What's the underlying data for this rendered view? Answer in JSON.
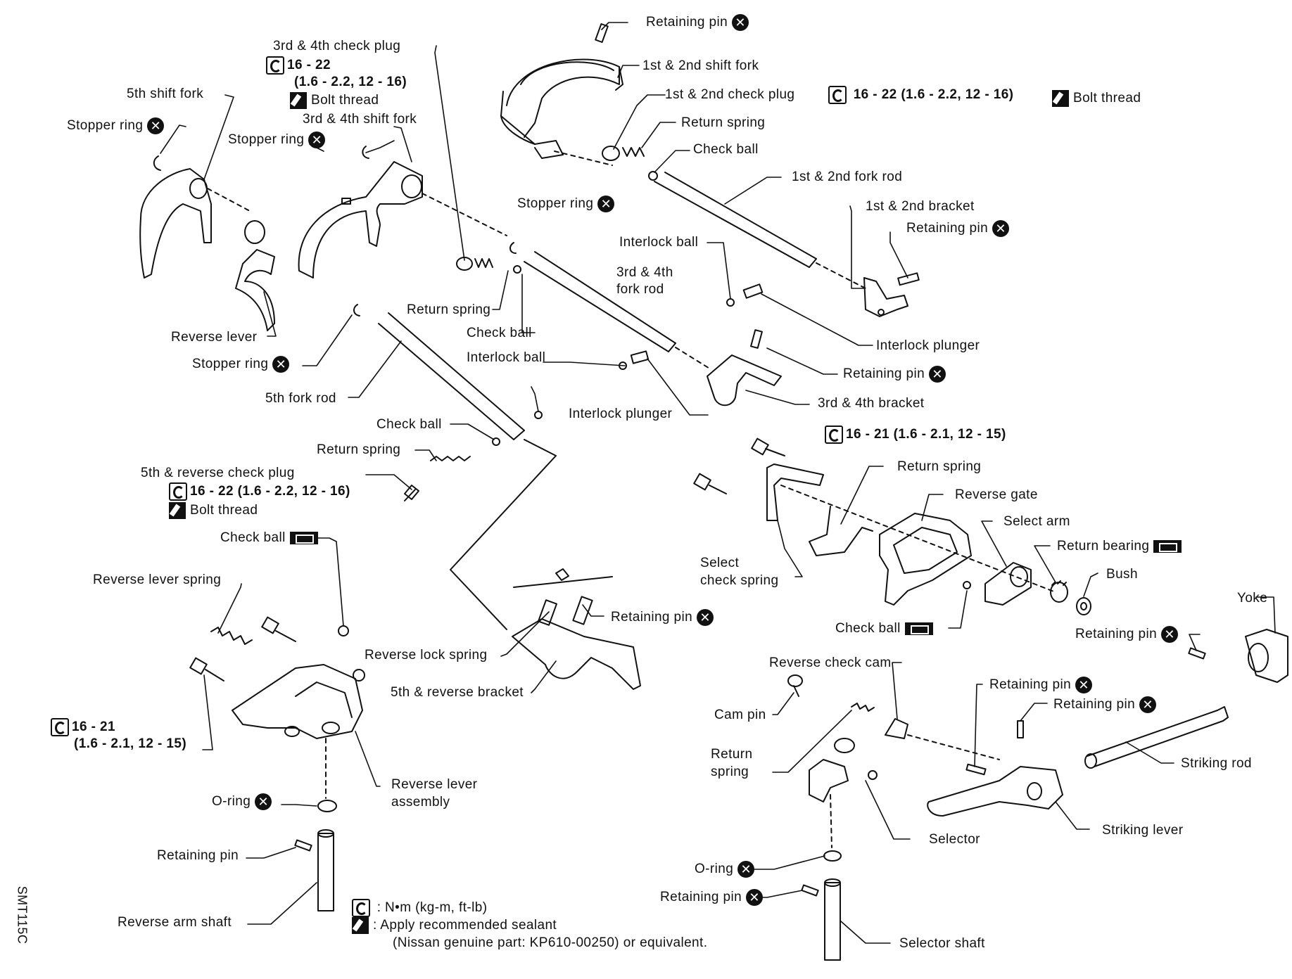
{
  "figure_id": "SMT115C",
  "labels": {
    "retaining_pin_top": "Retaining pin",
    "first_second_shift_fork": "1st & 2nd shift fork",
    "first_second_check_plug": "1st & 2nd check plug",
    "first_second_check_plug_torque": "16 - 22 (1.6 - 2.2, 12 - 16)",
    "bolt_thread_right": "Bolt thread",
    "return_spring_top": "Return spring",
    "check_ball_top": "Check ball",
    "first_second_fork_rod": "1st & 2nd fork rod",
    "first_second_bracket": "1st & 2nd bracket",
    "retaining_pin_bracket": "Retaining pin",
    "interlock_ball_upper": "Interlock ball",
    "third_fourth_check_plug": "3rd & 4th check plug",
    "third_fourth_check_plug_torque_a": "16 - 22",
    "third_fourth_check_plug_torque_b": "(1.6 - 2.2, 12 - 16)",
    "bolt_thread_left": "Bolt thread",
    "third_fourth_shift_fork": "3rd & 4th shift fork",
    "fifth_shift_fork": "5th shift fork",
    "stopper_ring_left": "Stopper ring",
    "stopper_ring_mid": "Stopper ring",
    "stopper_ring_upper_mid": "Stopper ring",
    "return_spring_mid": "Return spring",
    "check_ball_mid": "Check ball",
    "third_fourth_fork_rod_a": "3rd & 4th",
    "third_fourth_fork_rod_b": "fork rod",
    "interlock_ball_mid": "Interlock ball",
    "interlock_plunger_right": "Interlock plunger",
    "retaining_pin_mid": "Retaining pin",
    "third_fourth_bracket": "3rd & 4th bracket",
    "interlock_plunger_mid": "Interlock plunger",
    "reverse_lever": "Reverse lever",
    "stopper_ring_lower": "Stopper ring",
    "fifth_fork_rod": "5th fork rod",
    "check_ball_lower": "Check ball",
    "return_spring_lower": "Return spring",
    "fifth_reverse_check_plug": "5th & reverse check plug",
    "fifth_reverse_check_plug_torque": "16 - 22 (1.6 - 2.2, 12 - 16)",
    "bolt_thread_lower": "Bolt thread",
    "check_ball_grease": "Check ball",
    "reverse_lever_spring": "Reverse lever spring",
    "reverse_lock_spring": "Reverse lock spring",
    "retaining_pin_reverse": "Retaining pin",
    "fifth_reverse_bracket": "5th & reverse bracket",
    "torque_16_21_left_a": "16 - 21",
    "torque_16_21_left_b": "(1.6 - 2.1, 12 - 15)",
    "reverse_lever_assembly_a": "Reverse lever",
    "reverse_lever_assembly_b": "assembly",
    "o_ring_left": "O-ring",
    "retaining_pin_left_shaft": "Retaining pin",
    "reverse_arm_shaft": "Reverse arm shaft",
    "torque_16_21_right": "16 - 21 (1.6 - 2.1, 12 - 15)",
    "return_spring_right": "Return spring",
    "reverse_gate": "Reverse gate",
    "select_arm": "Select arm",
    "return_bearing": "Return bearing",
    "bush": "Bush",
    "select_check_spring_a": "Select",
    "select_check_spring_b": "check spring",
    "check_ball_right": "Check ball",
    "yoke": "Yoke",
    "retaining_pin_yoke": "Retaining pin",
    "reverse_check_cam": "Reverse check cam",
    "retaining_pin_lever_a": "Retaining pin",
    "retaining_pin_lever_b": "Retaining pin",
    "cam_pin": "Cam pin",
    "return_spring_cam_a": "Return",
    "return_spring_cam_b": "spring",
    "striking_rod": "Striking rod",
    "selector": "Selector",
    "striking_lever": "Striking lever",
    "o_ring_right": "O-ring",
    "retaining_pin_selector": "Retaining pin",
    "selector_shaft": "Selector shaft"
  },
  "legend": {
    "torque_unit": ": N•m (kg-m, ft-lb)",
    "sealant": ": Apply recommended sealant",
    "sealant_part": "(Nissan genuine part: KP610-00250) or equivalent."
  },
  "icons": {
    "replace_mark": "circled-x-icon",
    "torque": "torque-wrench-icon",
    "sealant": "sealant-icon",
    "grease": "grease-icon"
  },
  "colors": {
    "ink": "#111111",
    "paper": "#ffffff"
  }
}
